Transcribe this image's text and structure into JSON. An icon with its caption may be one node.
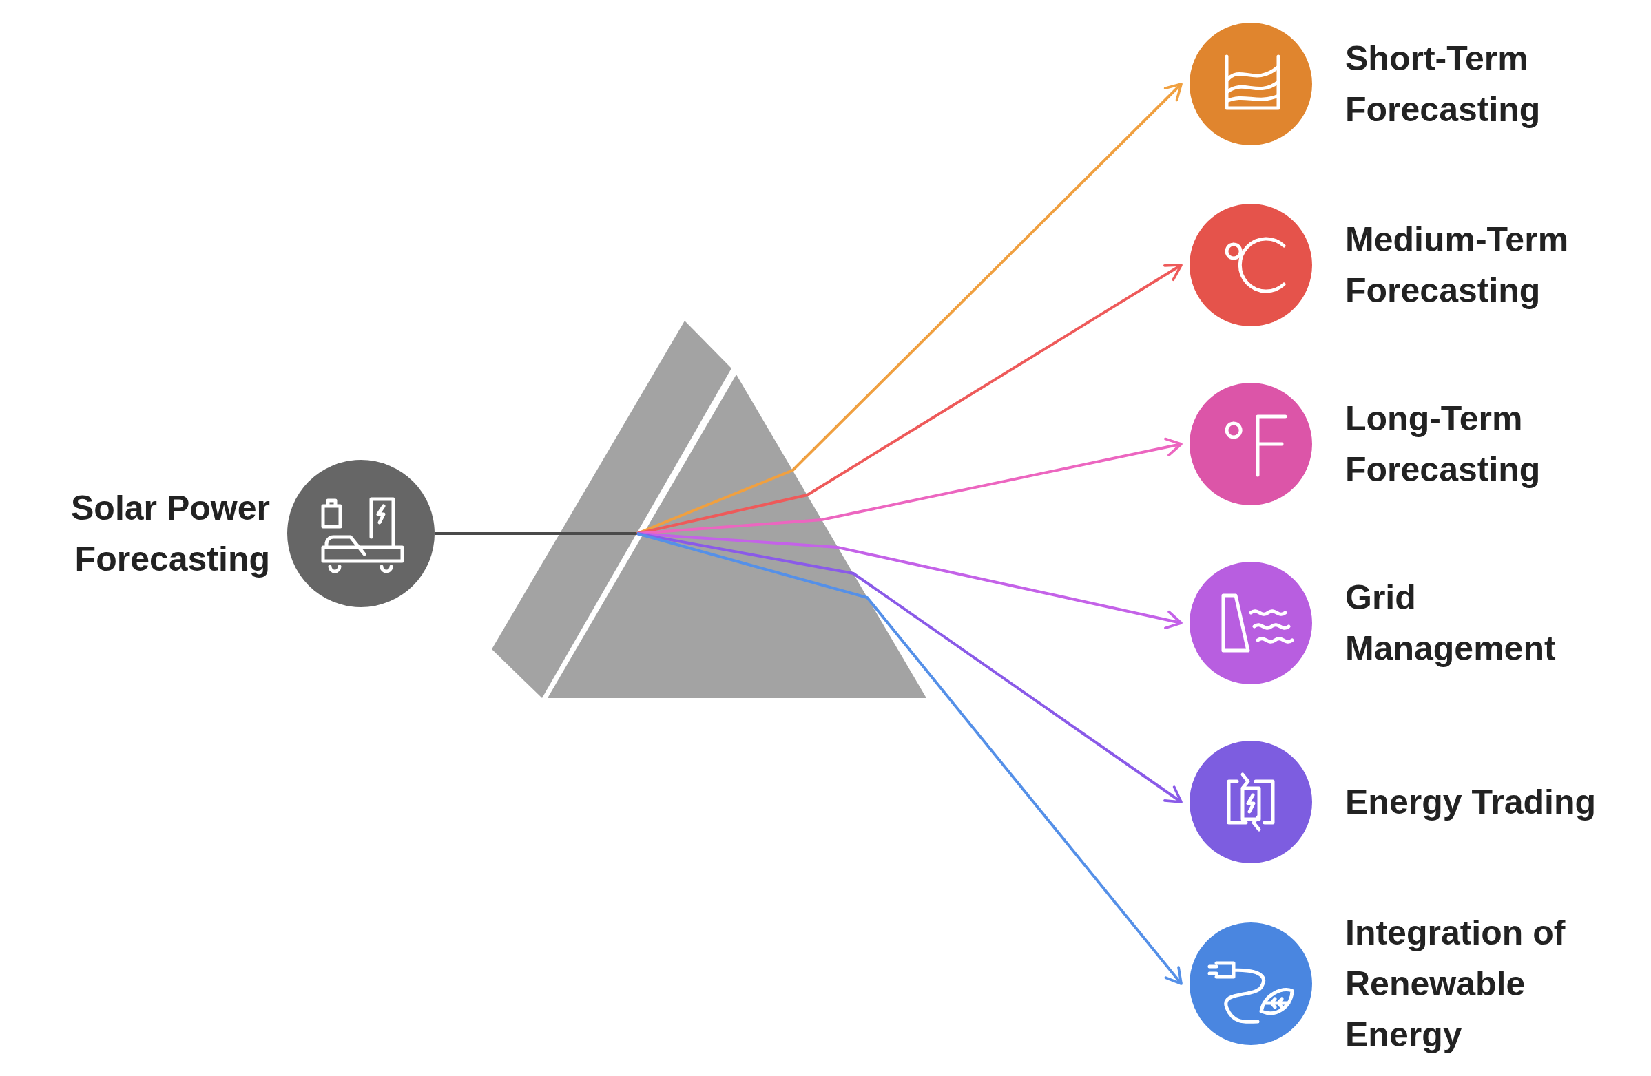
{
  "diagram": {
    "nodes": [
      {
        "text": [
          "Solar Power Forecasting"
        ]
      },
      {
        "text": [],
        "shape": "triangle"
      },
      {
        "text": [
          "Short-Term Forecasting"
        ]
      },
      {
        "text": [
          "Medium-Term Forecasting"
        ]
      },
      {
        "text": [
          "Long-Term Forecasting"
        ]
      },
      {
        "text": [
          "Grid Management"
        ]
      },
      {
        "text": [
          "Energy Trading"
        ]
      },
      {
        "text": [
          "Integration of Renewable Energy"
        ]
      }
    ],
    "edges": [
      {
        "from": 0,
        "to": 1,
        "arrow": "none",
        "color": "#4a4a4a"
      },
      {
        "from": 1,
        "to": 2,
        "arrow": "to",
        "color": "#f0a040"
      },
      {
        "from": 1,
        "to": 3,
        "arrow": "to",
        "color": "#ee5a5a"
      },
      {
        "from": 1,
        "to": 4,
        "arrow": "to",
        "color": "#ec66c0"
      },
      {
        "from": 1,
        "to": 5,
        "arrow": "to",
        "color": "#c462e8"
      },
      {
        "from": 1,
        "to": 6,
        "arrow": "to",
        "color": "#8a5ae8"
      },
      {
        "from": 1,
        "to": 7,
        "arrow": "to",
        "color": "#5590e8"
      }
    ]
  }
}
